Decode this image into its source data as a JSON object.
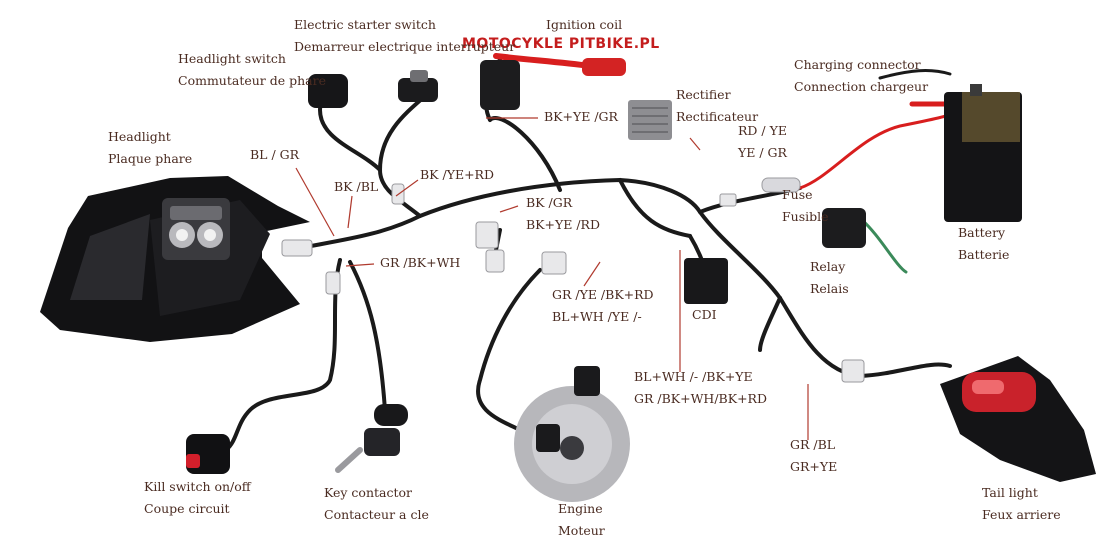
{
  "colors": {
    "label_text": "#4a2b21",
    "leader_line": "#b03a2e",
    "wire": "#1a1a1a",
    "red_wire": "#d81e1e",
    "green_wire": "#3b8a5a",
    "watermark": "#c41d1d"
  },
  "watermark": "MOTOCYKLE PITBIKE.PL",
  "components": {
    "electric_starter_switch": {
      "en": "Electric starter switch",
      "fr": "Demarreur electrique interrupteur"
    },
    "ignition_coil": {
      "en": "Ignition coil"
    },
    "headlight_switch": {
      "en": "Headlight switch",
      "fr": "Commutateur de phare"
    },
    "headlight": {
      "en": "Headlight",
      "fr": "Plaque phare"
    },
    "rectifier": {
      "en": "Rectifier",
      "fr": "Rectificateur"
    },
    "charging_connector": {
      "en": "Charging connector",
      "fr": "Connection chargeur"
    },
    "fuse": {
      "en": "Fuse",
      "fr": "Fusible"
    },
    "battery": {
      "en": "Battery",
      "fr": "Batterie"
    },
    "relay": {
      "en": "Relay",
      "fr": "Relais"
    },
    "cdi": {
      "en": "CDI"
    },
    "kill_switch": {
      "en": "Kill switch on/off",
      "fr": "Coupe circuit"
    },
    "key_contactor": {
      "en": "Key contactor",
      "fr": "Contacteur a cle"
    },
    "engine": {
      "en": "Engine",
      "fr": "Moteur"
    },
    "tail_light": {
      "en": "Tail light",
      "fr": "Feux arriere"
    }
  },
  "wire_codes": {
    "bl_gr": "BL / GR",
    "bk_bl": "BK /BL",
    "bk_ye_rd_switch": "BK /YE+RD",
    "bk_ye_gr_coil": "BK+YE /GR",
    "rd_ye": "RD / YE",
    "ye_gr": "YE / GR",
    "bk_gr": "BK /GR",
    "bk_ye_rd_mid": "BK+YE /RD",
    "gr_bk_wh": "GR /BK+WH",
    "gr_ye_bk_rd": "GR /YE /BK+RD",
    "bl_wh_ye": "BL+WH /YE /-",
    "bl_wh_bk_ye": "BL+WH /- /BK+YE",
    "gr_bk_wh_bk_rd": "GR /BK+WH/BK+RD",
    "gr_bl": "GR /BL",
    "gr_ye": "GR+YE"
  }
}
